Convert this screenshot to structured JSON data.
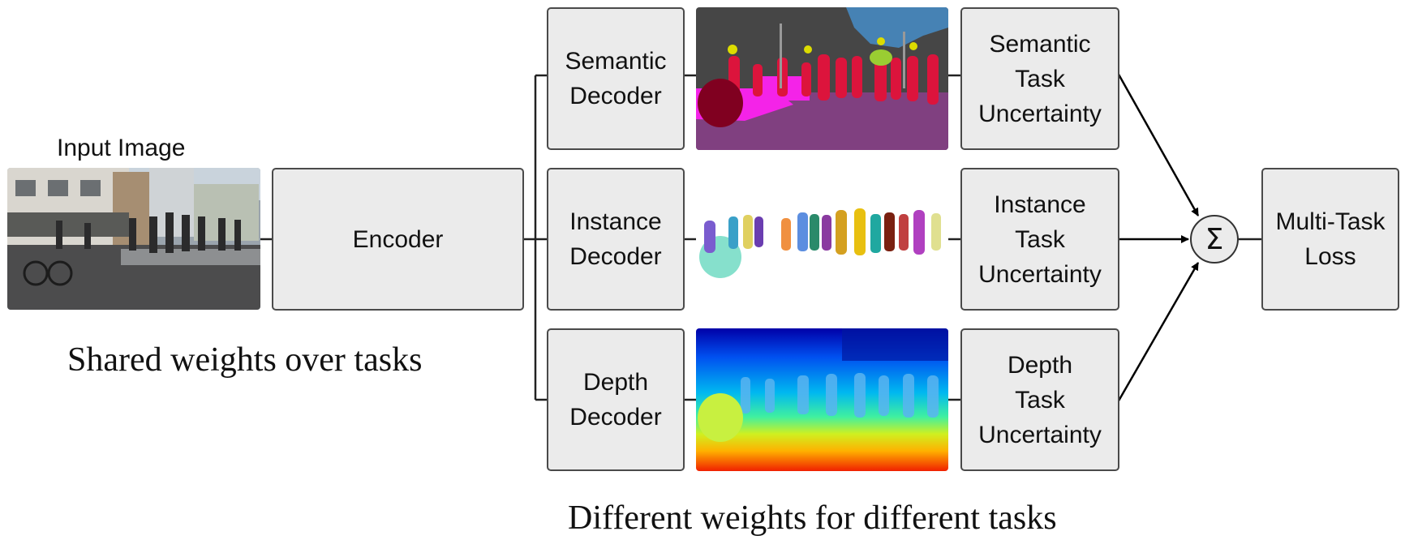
{
  "input": {
    "label": "Input Image"
  },
  "encoder": {
    "label": "Encoder"
  },
  "decoders": [
    {
      "label": "Semantic\nDecoder"
    },
    {
      "label": "Instance\nDecoder"
    },
    {
      "label": "Depth\nDecoder"
    }
  ],
  "uncertainties": [
    {
      "label": "Semantic\nTask\nUncertainty"
    },
    {
      "label": "Instance\nTask\nUncertainty"
    },
    {
      "label": "Depth\nTask\nUncertainty"
    }
  ],
  "sum": {
    "symbol": "Σ"
  },
  "loss": {
    "label": "Multi-Task\nLoss"
  },
  "captions": {
    "shared": "Shared weights over tasks",
    "different": "Different weights for different tasks"
  }
}
